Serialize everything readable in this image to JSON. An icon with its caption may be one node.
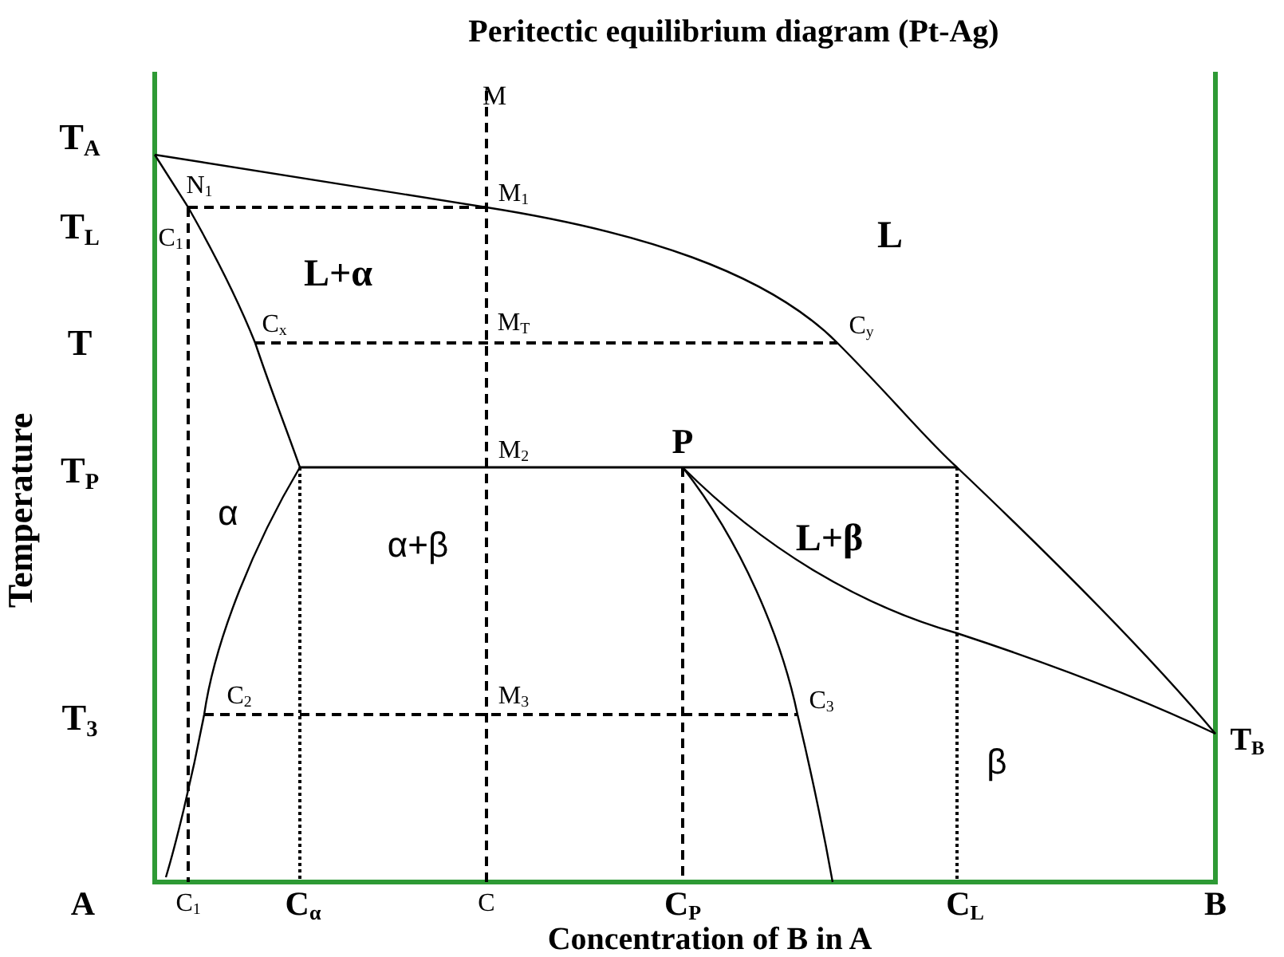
{
  "diagram": {
    "title": "Peritectic equilibrium diagram (Pt-Ag)",
    "labels": [
      "M",
      "T$_{A}$",
      "N$_{1}$",
      "M$_{1}$",
      "T$_{L}$",
      "C$_{1}$",
      "L",
      "L+α",
      "T",
      "C$_{x}$",
      "M$_{T}$",
      "C$_{y}$",
      "T$_{P}$",
      "M$_{2}$",
      "P",
      "α",
      "α+β",
      "L+β",
      "Temperature",
      "T$_{3}$",
      "C$_{2}$",
      "M$_{3}$",
      "C$_{3}$",
      "T$_{B}$",
      "β",
      "A",
      "C$_{1}$",
      "C$_{α}$",
      "C",
      "C$_{P}$",
      "C$_{L}$",
      "B",
      "Concentration of B in A"
    ]
  }
}
